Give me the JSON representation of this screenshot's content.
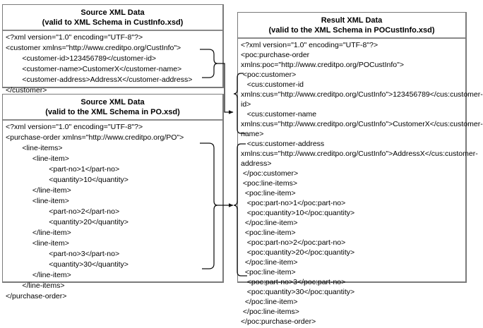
{
  "diagram": {
    "title_semantic": "xml-transformation-diagram",
    "stroke_color": "#1a1a1a",
    "border_color": "#7a7a7a"
  },
  "source_custinfo": {
    "title_line1": "Source XML Data",
    "title_line2": "(valid to XML Schema in CustInfo.xsd)",
    "lines": [
      "<?xml version=\"1.0\" encoding=\"UTF-8\"?>",
      "<customer xmlns=\"http://www.creditpo.org/CustInfo\">",
      "        <customer-id>123456789</customer-id>",
      "        <customer-name>CustomerX</customer-name>",
      "        <customer-address>AddressX</customer-address>",
      "</customer>"
    ]
  },
  "source_po": {
    "title_line1": "Source XML Data",
    "title_line2": "(valid to the XML Schema in PO.xsd)",
    "lines": [
      "<?xml version=\"1.0\" encoding=\"UTF-8\"?>",
      "<purchase-order xmlns=\"http://www.creditpo.org/PO\">",
      "        <line-items>",
      "             <line-item>",
      "                     <part-no>1</part-no>",
      "                     <quantity>10</quantity>",
      "             </line-item>",
      "             <line-item>",
      "                     <part-no>2</part-no>",
      "                     <quantity>20</quantity>",
      "             </line-item>",
      "             <line-item>",
      "                     <part-no>3</part-no>",
      "                     <quantity>30</quantity>",
      "             </line-item>",
      "        </line-items>",
      "</purchase-order>"
    ]
  },
  "result": {
    "title_line1": "Result XML Data",
    "title_line2": "(valid to the XML Schema in POCustInfo.xsd)",
    "lines": [
      "<?xml version=\"1.0\" encoding=\"UTF-8\"?>",
      "<poc:purchase-order xmlns:poc=\"http://www.creditpo.org/POCustInfo\">",
      " <poc:customer>",
      "   <cus:customer-id xmlns:cus=\"http://www.creditpo.org/CustInfo\">123456789</cus:customer-id>",
      "   <cus:customer-name xmlns:cus=\"http://www.creditpo.org/CustInfo\">CustomerX</cus:customer-name>",
      "   <cus:customer-address xmlns:cus=\"http://www.creditpo.org/CustInfo\">AddressX</cus:customer-address>",
      " </poc:customer>",
      " <poc:line-items>",
      "  <poc:line-item>",
      "   <poc:part-no>1</poc:part-no>",
      "   <poc:quantity>10</poc:quantity>",
      "  </poc:line-item>",
      "  <poc:line-item>",
      "   <poc:part-no>2</poc:part-no>",
      "   <poc:quantity>20</poc:quantity>",
      "  </poc:line-item>",
      "  <poc:line-item>",
      "   <poc:part-no>3</poc:part-no>",
      "   <poc:quantity>30</poc:quantity>",
      "  </poc:line-item>",
      " </poc:line-items>",
      "</poc:purchase-order>"
    ]
  },
  "connectors": [
    {
      "name": "custinfo-to-result-customer",
      "from": "source_custinfo",
      "to": "result.customer-block"
    },
    {
      "name": "po-to-result-lineitems",
      "from": "source_po",
      "to": "result.line-items-block"
    }
  ]
}
